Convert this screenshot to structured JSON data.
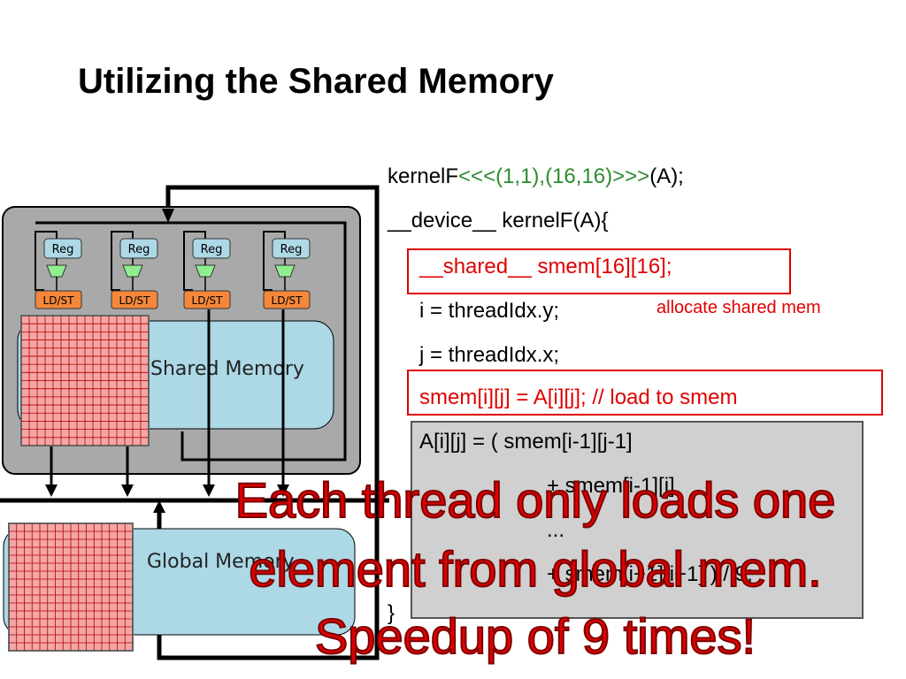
{
  "slide": {
    "title": "Utilizing the Shared Memory"
  },
  "diagram": {
    "reg_label": "Reg",
    "ldst_label": "LD/ST",
    "shared_memory_label": "Shared Memory",
    "global_memory_label": "Global Memory",
    "colors": {
      "sm_block": "#a9a9a9",
      "memory_fill": "#add8e6",
      "reg_fill": "#add8e6",
      "ldst_fill": "#f4873a",
      "alu_fill": "#90ee90",
      "grid_fill": "#f4a6a6",
      "grid_line": "#b00000"
    }
  },
  "code": {
    "line1_prefix": "kernelF",
    "line1_launch": "<<<(1,1),(16,16)>>>",
    "line1_suffix": "(A);",
    "line2": "__device__    kernelF(A){",
    "line3": "__shared__ smem[16][16];",
    "line4": "i = threadIdx.y;",
    "line5": "j = threadIdx.x;",
    "line6": "smem[i][j] = A[i][j]; // load to smem",
    "line7": "A[i][j] = ( smem[i-1][j-1]",
    "line8": "+ smem[i-1][j]",
    "line9": "...",
    "line10": "+ smem[i+1][i+1] ) / 9;",
    "line11": "}"
  },
  "annotation": {
    "allocate": "allocate shared mem"
  },
  "overlay": {
    "line1": "Each thread only loads one",
    "line2": "element from global mem.",
    "line3": "Speedup of 9 times!"
  }
}
